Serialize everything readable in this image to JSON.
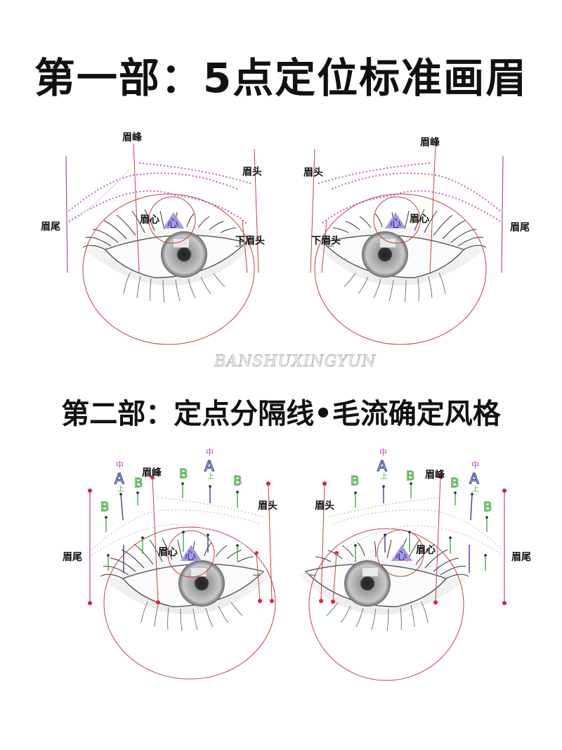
{
  "section1": {
    "title": "第一部：5点定位标准画眉",
    "left_eye": {
      "labels": {
        "peak": "眉峰",
        "head": "眉头",
        "tail": "眉尾",
        "center": "眉心",
        "lower_head": "下眉头",
        "triangle_char": "心"
      }
    },
    "right_eye": {
      "labels": {
        "peak": "眉峰",
        "head": "眉头",
        "tail": "眉尾",
        "center": "眉心",
        "lower_head": "下眉头",
        "triangle_char": "心"
      }
    }
  },
  "watermark": "BANSHUXINGYUN",
  "section2": {
    "title": "第二部：定点分隔线•毛流确定风格",
    "left_eye": {
      "labels": {
        "peak": "眉峰",
        "head": "眉头",
        "tail": "眉尾",
        "center": "眉心",
        "triangle_char": "心"
      },
      "markers": [
        "B",
        "A",
        "B",
        "B",
        "A",
        "B"
      ]
    },
    "right_eye": {
      "labels": {
        "peak": "眉峰",
        "head": "眉头",
        "tail": "眉尾",
        "center": "眉心",
        "triangle_char": "心"
      },
      "markers": [
        "B",
        "A",
        "B",
        "B",
        "A",
        "B"
      ]
    },
    "marker_annotations": {
      "top": "中",
      "bottom": "上"
    }
  },
  "colors": {
    "guide_red": "#c0443c",
    "guide_purple": "#b04a9a",
    "dotted_brow": "#c858c8",
    "triangle": "#a89ad8",
    "triangle_text": "#2a2ad0",
    "marker_a": "#3a3a9a",
    "marker_b": "#3fae3f",
    "point_red": "#e0203c"
  }
}
